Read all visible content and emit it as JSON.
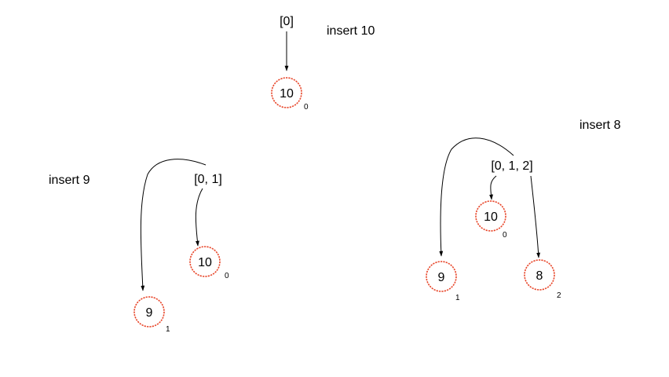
{
  "colors": {
    "node_stroke": "#e8472b",
    "arrow": "#000000",
    "text": "#000000"
  },
  "steps": [
    {
      "label": "insert 10",
      "array": "[0]",
      "nodes": [
        {
          "value": "10",
          "index": "0"
        }
      ]
    },
    {
      "label": "insert 9",
      "array": "[0, 1]",
      "nodes": [
        {
          "value": "10",
          "index": "0"
        },
        {
          "value": "9",
          "index": "1"
        }
      ]
    },
    {
      "label": "insert 8",
      "array": "[0, 1, 2]",
      "nodes": [
        {
          "value": "10",
          "index": "0"
        },
        {
          "value": "9",
          "index": "1"
        },
        {
          "value": "8",
          "index": "2"
        }
      ]
    }
  ]
}
